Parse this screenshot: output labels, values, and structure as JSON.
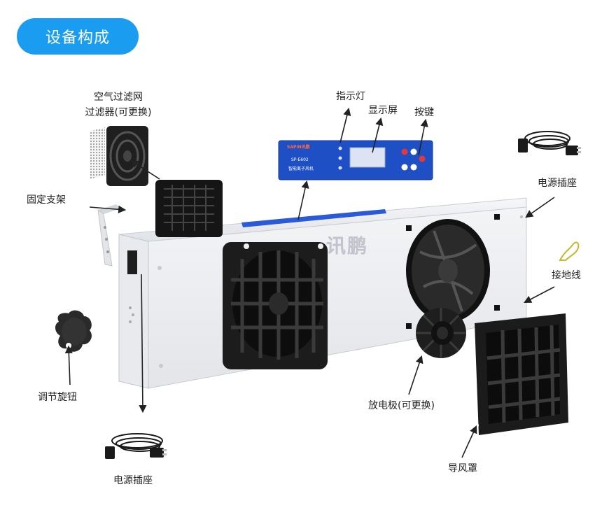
{
  "header": {
    "title": "设备构成"
  },
  "labels": {
    "filter_line1": "空气过滤网",
    "filter_line2": "过滤器(可更换)",
    "indicator": "指示灯",
    "display": "显示屏",
    "keys": "按键",
    "power_socket_right": "电源插座",
    "bracket": "固定支架",
    "ground_wire": "接地线",
    "knob": "调节旋钮",
    "electrode": "放电极(可更换)",
    "fan_guard": "导风罩",
    "power_socket_bottom": "电源插座"
  },
  "device": {
    "panel_model": "SP-E602",
    "panel_name": "智能离子风机",
    "watermark": "讯鹏"
  },
  "colors": {
    "badge": "#1a9cf0",
    "panel": "#1f4fc4",
    "body": "#eef0f3",
    "plastic": "#1d1d1d"
  }
}
